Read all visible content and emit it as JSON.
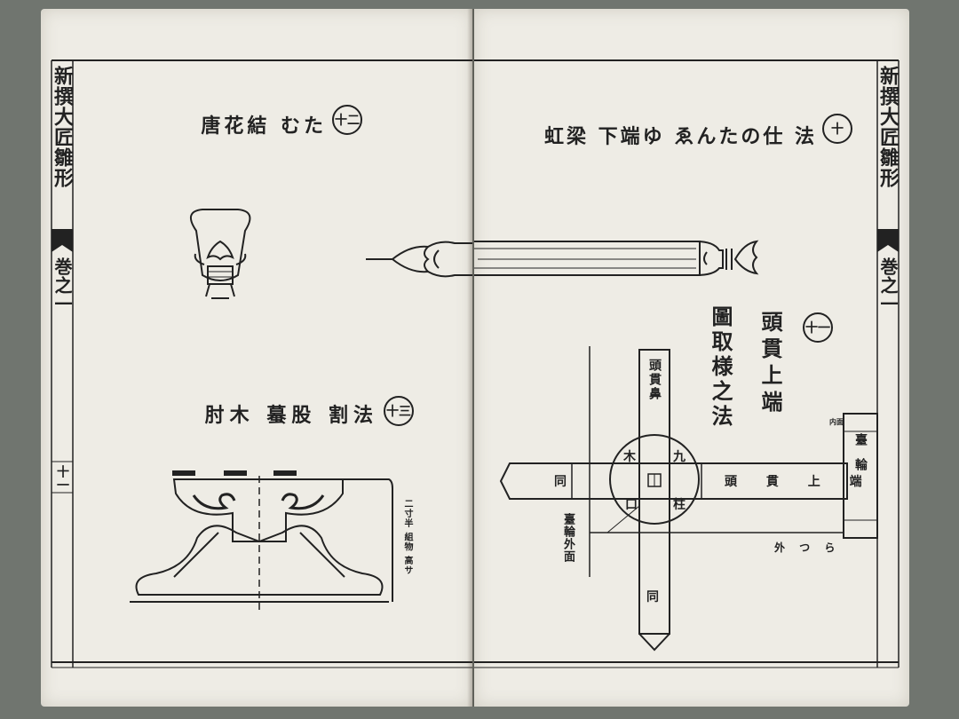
{
  "left_page": {
    "spine_title": "新撰大匠雛形",
    "volume_label": "巻之一",
    "page_number": "十一",
    "item12_number": "十二",
    "item12_caption": "唐花結 むた",
    "item13_number": "十三",
    "item13_caption": "肘木 蟇股 割法",
    "annotation_right": "二寸半 組物 高サ"
  },
  "right_page": {
    "spine_title": "新撰大匠雛形",
    "volume_label": "巻之一",
    "item10_number": "十",
    "item10_caption": "虹梁 下端ゆ ゑんたの仕 法",
    "item11_number": "十一",
    "item11_caption_1": "頭貫上端",
    "item11_caption_2": "圖取様之法",
    "label_kashira": "頭貫鼻",
    "label_ki": "木",
    "label_kuchi": "口",
    "label_kyu": "九",
    "label_bashira": "柱",
    "label_dou1": "同",
    "label_dou2": "同",
    "label_kashiranuki_hashi": "頭 貫 上 端",
    "label_daiwa": "臺輪",
    "label_uchimen": "内面",
    "label_sotozura": "外 つ ら",
    "label_daiwa_gaimen": "臺輪外面"
  }
}
